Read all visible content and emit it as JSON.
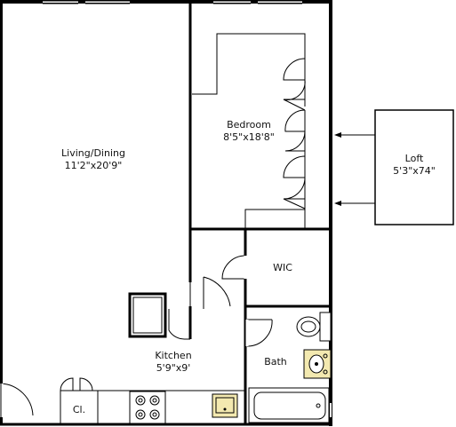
{
  "rooms": {
    "living": {
      "name": "Living/Dining",
      "dims": "11'2\"x20'9\""
    },
    "bedroom": {
      "name": "Bedroom",
      "dims": "8'5\"x18'8\""
    },
    "loft": {
      "name": "Loft",
      "dims": "5'3\"x74\""
    },
    "wic": {
      "name": "WIC"
    },
    "kitchen": {
      "name": "Kitchen",
      "dims": "5'9\"x9'"
    },
    "bath": {
      "name": "Bath"
    },
    "closet": {
      "name": "Cl."
    }
  },
  "colors": {
    "wall": "#000000",
    "fixture": "#f3e9b0",
    "background": "#ffffff"
  }
}
